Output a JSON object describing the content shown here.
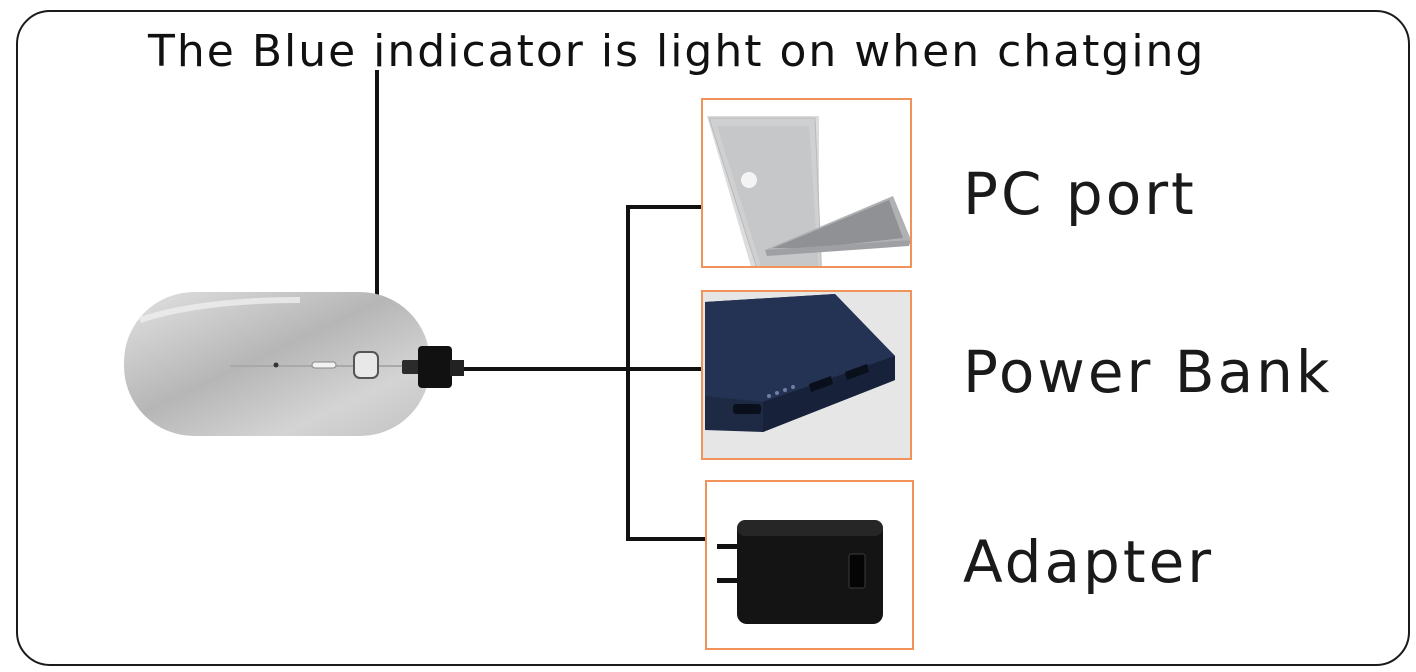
{
  "title": "The Blue indicator is light on when chatging",
  "devices": [
    {
      "label": "PC port",
      "icon": "laptop-icon"
    },
    {
      "label": "Power Bank",
      "icon": "power-bank-icon"
    },
    {
      "label": "Adapter",
      "icon": "wall-adapter-icon"
    }
  ],
  "colors": {
    "box_border": "#f0935a",
    "line": "#111111",
    "mouse_body": "#c9c9c9",
    "power_bank": "#1e2a44"
  }
}
